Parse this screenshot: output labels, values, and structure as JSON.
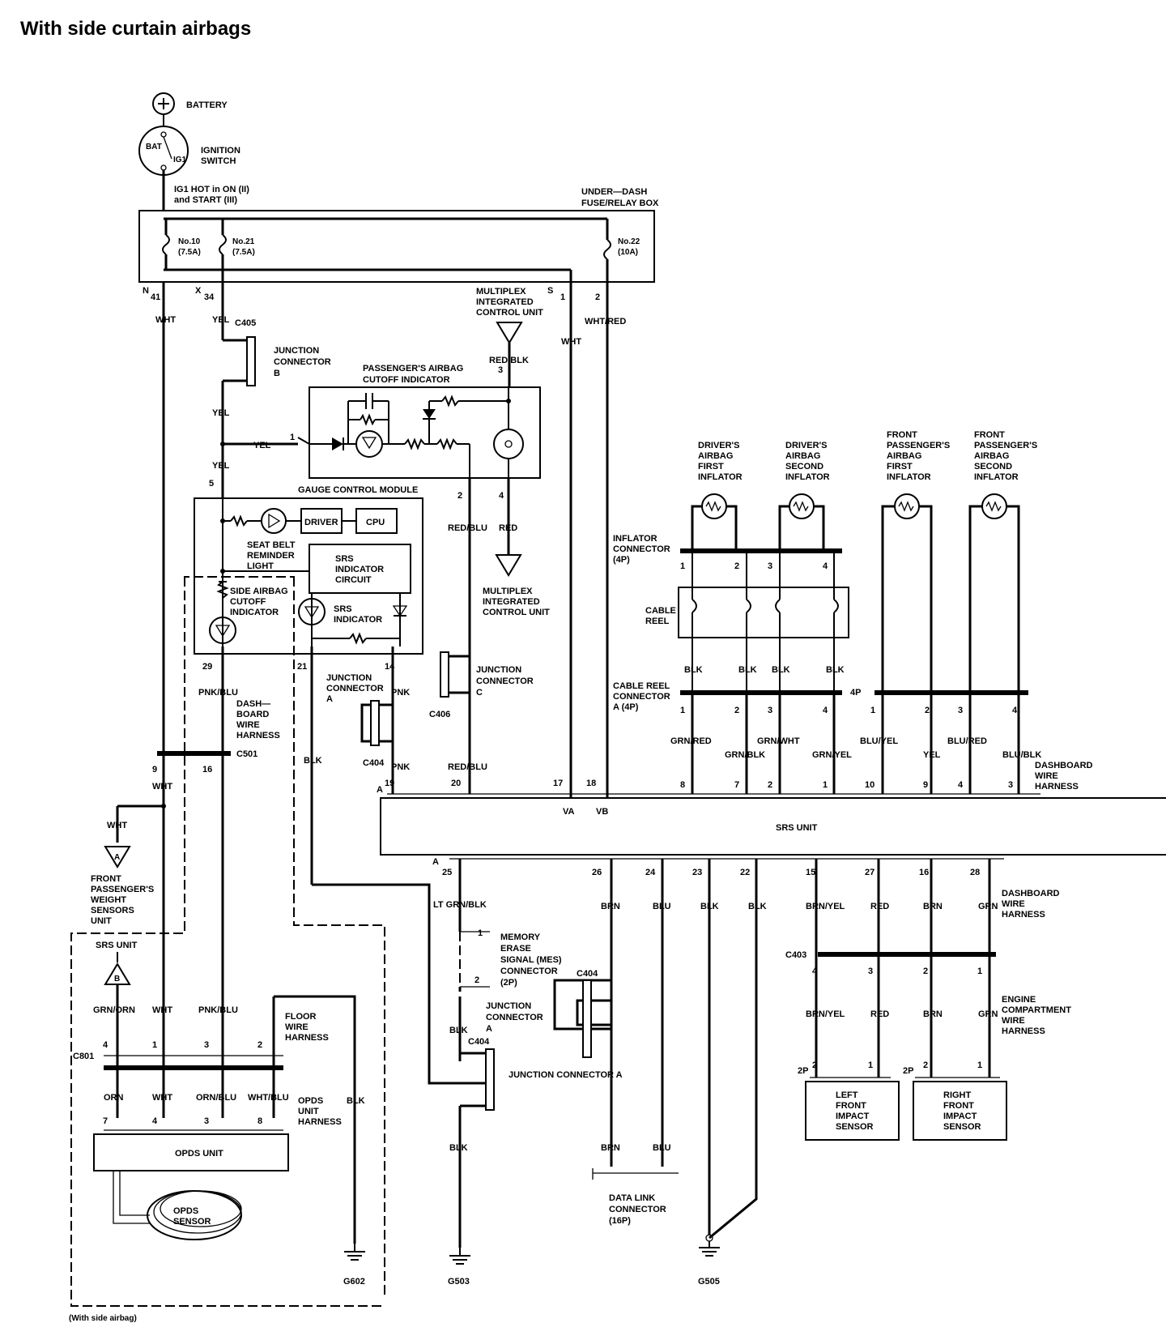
{
  "title": "With side curtain airbags",
  "power": {
    "battery": "BATTERY",
    "ignition_switch": "IGNITION SWITCH",
    "bat": "BAT",
    "ig1": "IG1",
    "ig1_hot": "IG1 HOT in ON (II)",
    "ig1_hot_2": "and START (III)"
  },
  "fuse_box": {
    "name_1": "UNDER—DASH",
    "name_2": "FUSE/RELAY BOX",
    "fuses": [
      {
        "id": "No.10",
        "rating": "(7.5A)"
      },
      {
        "id": "No.21",
        "rating": "(7.5A)"
      },
      {
        "id": "No.22",
        "rating": "(10A)"
      }
    ],
    "connector_labels": [
      "N",
      "X",
      "S"
    ],
    "pins": [
      "41",
      "34",
      "1",
      "2"
    ]
  },
  "wires": {
    "wht": "WHT",
    "yel": "YEL",
    "wht_red": "WHT/RED",
    "red_blk": "RED/BLK",
    "red_blu": "RED/BLU",
    "red": "RED",
    "pnk_blu": "PNK/BLU",
    "pnk": "PNK",
    "blk": "BLK",
    "grn_orn": "GRN/ORN",
    "orn": "ORN",
    "orn_blu": "ORN/BLU",
    "wht_blu": "WHT/BLU",
    "lt_grn_blk": "LT GRN/BLK",
    "brn": "BRN",
    "blu": "BLU",
    "brn_yel": "BRN/YEL",
    "grn": "GRN",
    "grn_red": "GRN/RED",
    "grn_wht": "GRN/WHT",
    "grn_blk": "GRN/BLK",
    "grn_yel": "GRN/YEL",
    "blu_yel": "BLU/YEL",
    "blu_red": "BLU/RED",
    "blu_blk": "BLU/BLK"
  },
  "components": {
    "junction_b": [
      "JUNCTION",
      "CONNECTOR",
      "B"
    ],
    "c405": "C405",
    "c406": "C406",
    "c404": "C404",
    "c501": "C501",
    "c801": "C801",
    "c403": "C403",
    "pass_cutoff": [
      "PASSENGER'S AIRBAG",
      "CUTOFF INDICATOR"
    ],
    "multiplex_top": [
      "MULTIPLEX",
      "INTEGRATED",
      "CONTROL UNIT"
    ],
    "multiplex_bottom": [
      "MULTIPLEX",
      "INTEGRATED",
      "CONTROL UNIT"
    ],
    "gauge_module": "GAUGE CONTROL MODULE",
    "driver": "DRIVER",
    "cpu": "CPU",
    "seat_belt": [
      "SEAT BELT",
      "REMINDER",
      "LIGHT"
    ],
    "srs_indicator_circuit": [
      "SRS",
      "INDICATOR",
      "CIRCUIT"
    ],
    "side_airbag_cutoff": [
      "SIDE AIRBAG",
      "CUTOFF",
      "INDICATOR"
    ],
    "srs_indicator": [
      "SRS",
      "INDICATOR"
    ],
    "junction_a": [
      "JUNCTION",
      "CONNECTOR",
      "A"
    ],
    "junction_c": [
      "JUNCTION",
      "CONNECTOR",
      "C"
    ],
    "dashboard_harness": [
      "DASH—",
      "BOARD",
      "WIRE",
      "HARNESS"
    ],
    "inflators": [
      [
        "DRIVER'S",
        "AIRBAG",
        "FIRST",
        "INFLATOR"
      ],
      [
        "DRIVER'S",
        "AIRBAG",
        "SECOND",
        "INFLATOR"
      ],
      [
        "FRONT",
        "PASSENGER'S",
        "AIRBAG",
        "FIRST",
        "INFLATOR"
      ],
      [
        "FRONT",
        "PASSENGER'S",
        "AIRBAG",
        "SECOND",
        "INFLATOR"
      ]
    ],
    "inflator_connector": [
      "INFLATOR",
      "CONNECTOR",
      "(4P)"
    ],
    "cable_reel": [
      "CABLE",
      "REEL"
    ],
    "cable_reel_connector": [
      "CABLE REEL",
      "CONNECTOR",
      "A (4P)"
    ],
    "four_p": "4P",
    "dashboard_wire_harness": [
      "DASHBOARD",
      "WIRE",
      "HARNESS"
    ],
    "srs_unit": "SRS UNIT",
    "va": "VA",
    "vb": "VB",
    "front_pass_weight": [
      "FRONT",
      "PASSENGER'S",
      "WEIGHT",
      "SENSORS",
      "UNIT"
    ],
    "srs_unit_small": "SRS UNIT",
    "floor_harness": [
      "FLOOR",
      "WIRE",
      "HARNESS"
    ],
    "opds_harness": [
      "OPDS",
      "UNIT",
      "HARNESS"
    ],
    "opds_unit": "OPDS UNIT",
    "opds_sensor": [
      "OPDS",
      "SENSOR"
    ],
    "mes_connector": [
      "MEMORY",
      "ERASE",
      "SIGNAL (MES)",
      "CONNECTOR",
      "(2P)"
    ],
    "junction_a2": [
      "JUNCTION",
      "CONNECTOR",
      "A"
    ],
    "junction_a3": "JUNCTION CONNECTOR A",
    "data_link": [
      "DATA LINK",
      "CONNECTOR",
      "(16P)"
    ],
    "engine_harness": [
      "ENGINE",
      "COMPARTMENT",
      "WIRE",
      "HARNESS"
    ],
    "left_sensor": [
      "LEFT",
      "FRONT",
      "IMPACT",
      "SENSOR"
    ],
    "right_sensor": [
      "RIGHT",
      "FRONT",
      "IMPACT",
      "SENSOR"
    ],
    "two_p": "2P",
    "connector_a": "A",
    "with_side_airbag": "(With side airbag)",
    "tri_a": "A",
    "tri_b": "B"
  },
  "grounds": [
    "G602",
    "G503",
    "G505"
  ]
}
